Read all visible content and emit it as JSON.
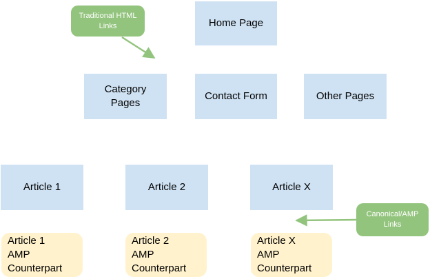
{
  "colors": {
    "canvas-bg": "#ffffff",
    "node-blue": "#cfe2f3",
    "node-yellow": "#fff2cc",
    "callout-green": "#93c47d",
    "node-text": "#000000",
    "callout-text": "#ffffff"
  },
  "nodes": {
    "home": {
      "label": "Home Page"
    },
    "category": {
      "label": "Category\nPages"
    },
    "contact": {
      "label": "Contact Form"
    },
    "other": {
      "label": "Other Pages"
    },
    "article1": {
      "label": "Article 1"
    },
    "article2": {
      "label": "Article 2"
    },
    "articlex": {
      "label": "Article X"
    },
    "amp1": {
      "label": "Article 1\nAMP\nCounterpart"
    },
    "amp2": {
      "label": "Article 2\nAMP\nCounterpart"
    },
    "ampx": {
      "label": "Article X\nAMP\nCounterpart"
    }
  },
  "callouts": {
    "traditional": {
      "label": "Traditional HTML\nLinks"
    },
    "canonical": {
      "label": "Canonical/AMP\nLinks"
    }
  }
}
